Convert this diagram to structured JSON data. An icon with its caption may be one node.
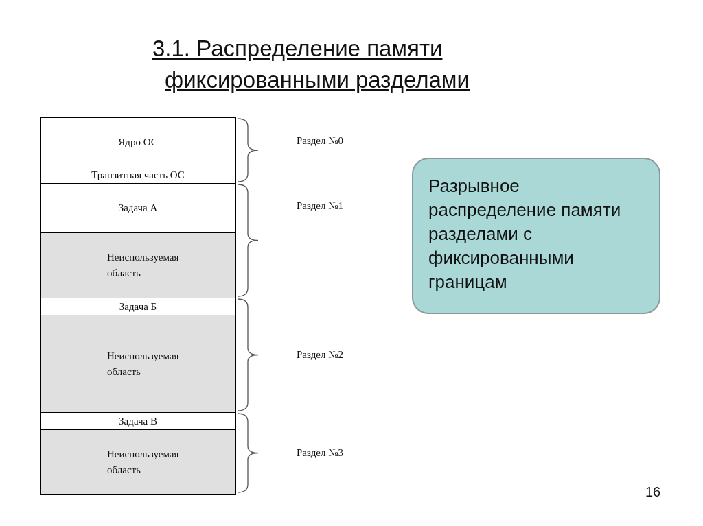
{
  "diagram": {
    "title": "3.1. Распределение памяти фиксированными разделами",
    "nodes": [
      {
        "text": [
          "Ядро ОС"
        ]
      },
      {
        "text": [
          "Транзитная часть ОС"
        ]
      },
      {
        "text": [
          "Задача А"
        ]
      },
      {
        "text": [
          "Неиспользуемая область"
        ]
      },
      {
        "text": [
          "Задача Б"
        ]
      },
      {
        "text": [
          "Неиспользуемая область"
        ]
      },
      {
        "text": [
          "Задача В"
        ]
      },
      {
        "text": [
          "Неиспользуемая область"
        ]
      },
      {
        "text": [
          "Разрывное распределение памяти разделами с фиксированными границам"
        ]
      }
    ],
    "edges": [],
    "labels": [
      "Раздел №0",
      "Раздел №1",
      "Раздел №2",
      "Раздел №3",
      "16"
    ]
  }
}
